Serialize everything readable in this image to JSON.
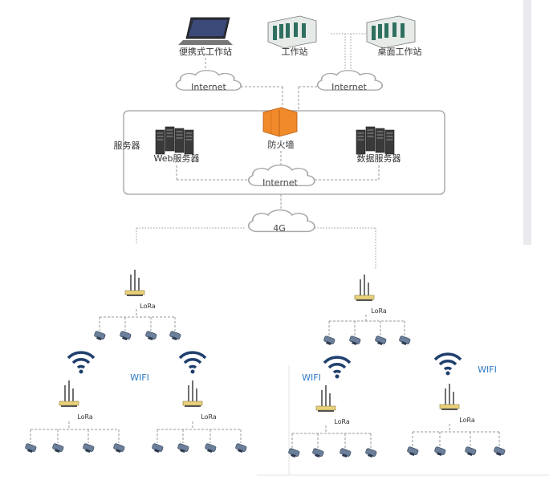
{
  "workstations": {
    "laptop_label": "便携式工作站",
    "workstation_label": "工作站",
    "desktop_label": "桌面工作站"
  },
  "clouds": {
    "left_internet": "Internet",
    "right_internet": "Internet",
    "inner_internet": "Internet",
    "g4": "4G"
  },
  "server_group": {
    "label": "服务器",
    "firewall_label": "防火墙",
    "web_server_label": "Web服务器",
    "db_server_label": "数据服务器"
  },
  "gateways": {
    "lora_label": "LoRa",
    "wifi_label": "WIFI"
  },
  "colors": {
    "firewall": "#f08a2a",
    "router": "#e9d27a",
    "wifi": "#1f3f6e",
    "camera": "#6b7f9a"
  }
}
